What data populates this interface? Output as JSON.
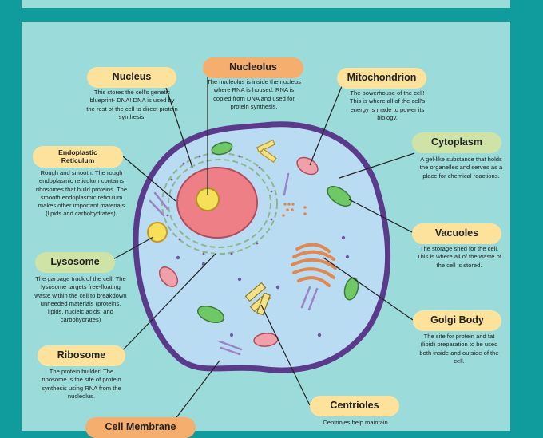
{
  "labels": {
    "nucleus": {
      "title": "Nucleus",
      "desc": "This stores the cell's genetic blueprint- DNA! DNA is used by the rest of the cell to direct protein synthesis."
    },
    "nucleolus": {
      "title": "Nucleolus",
      "desc": "The nucleolus is inside the nucleus where RNA is housed. RNA is copied from DNA and used for protein synthesis."
    },
    "mitochondrion": {
      "title": "Mitochondrion",
      "desc": "The powerhouse of the cell! This is where all of the cell's energy is made to power its biology."
    },
    "endoplastic": {
      "title_line1": "Endoplastic",
      "title_line2": "Reticulum",
      "desc": "Rough and smooth. The rough endoplasmic reticulum contains ribosomes that build proteins. The smooth endoplasmic reticulum makes other important materials (lipids and carbohydrates)."
    },
    "cytoplasm": {
      "title": "Cytoplasm",
      "desc": "A gel-like substance that holds the organelles and serves as a place for chemical reactions."
    },
    "vacuoles": {
      "title": "Vacuoles",
      "desc": "The storage shed for the cell. This is where all of the waste of the cell is stored."
    },
    "lysosome": {
      "title": "Lysosome",
      "desc": "The garbage truck of the cell! The lysosome targets free-floating waste within the cell to breakdown unneeded materials (proteins, lipids, nucleic acids, and carbohydrates)"
    },
    "golgi": {
      "title": "Golgi Body",
      "desc": "The site for protein and fat (lipid) preparation to be used both inside and outside of the cell."
    },
    "ribosome": {
      "title": "Ribosome",
      "desc": "The protein builder! The ribosome is the site of protein synthesis using RNA from the nucleolus."
    },
    "centrioles": {
      "title": "Centrioles",
      "desc": "Centrioles help maintain"
    },
    "membrane": {
      "title": "Cell Membrane"
    }
  },
  "colors": {
    "background": "#109b9d",
    "panel": "#9bdcdb",
    "cytoplasm": "#b9dcf2",
    "membrane": "#5b3a8c",
    "nucleus": "#ee7f86",
    "nucleolus": "#f6e05a",
    "label_yellow": "#fde29c",
    "label_orange": "#f6ae6e",
    "label_green": "#cfe3a7"
  }
}
